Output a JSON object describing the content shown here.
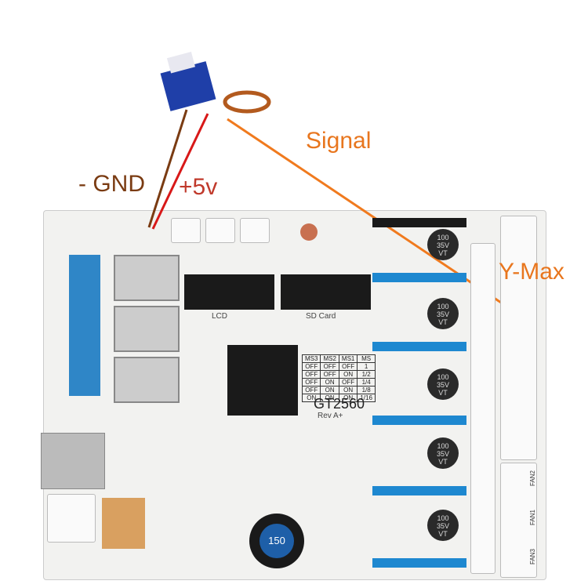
{
  "labels": {
    "gnd": "- GND",
    "vcc": "+5v",
    "signal": "Signal",
    "ymax": "Y-Max"
  },
  "colors": {
    "gnd_wire": "#7a3b12",
    "vcc_wire": "#d81818",
    "signal_wire": "#f07a1e",
    "gnd_text": "#7a3b12",
    "vcc_text": "#c0392b",
    "signal_text": "#e8761e"
  },
  "board": {
    "model": "GT2560",
    "revision": "Rev A+",
    "lcd": "LCD",
    "sd": "SD Card",
    "inductor": "150",
    "capacitor": [
      "100",
      "35V",
      "VT"
    ],
    "fans": [
      "FAN1",
      "FAN2",
      "FAN3"
    ],
    "microstep_table": {
      "headers": [
        "MS3",
        "MS2",
        "MS1",
        "MS"
      ],
      "rows": [
        [
          "OFF",
          "OFF",
          "OFF",
          "1"
        ],
        [
          "OFF",
          "OFF",
          "ON",
          "1/2"
        ],
        [
          "OFF",
          "ON",
          "OFF",
          "1/4"
        ],
        [
          "OFF",
          "ON",
          "ON",
          "1/8"
        ],
        [
          "ON",
          "ON",
          "ON",
          "1/16"
        ]
      ]
    }
  }
}
